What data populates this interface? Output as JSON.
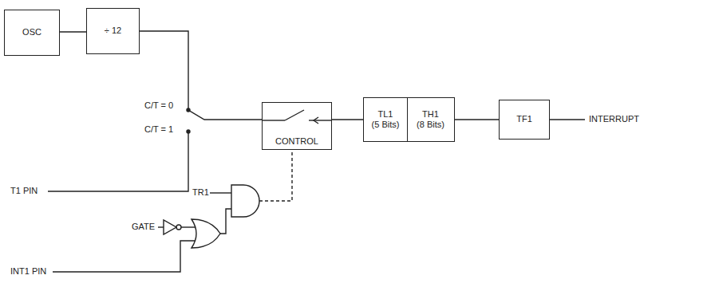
{
  "diagram": {
    "nodes": [
      {
        "text": [
          "OSC"
        ]
      },
      {
        "text": [
          "÷ 12"
        ]
      },
      {
        "text": [
          "CONTROL"
        ]
      },
      {
        "text": [
          "TL1",
          "(5 Bits)"
        ]
      },
      {
        "text": [
          "TH1",
          "(8 Bits)"
        ]
      },
      {
        "text": [
          "TF1"
        ]
      }
    ],
    "edges": [
      {
        "from": 0,
        "to": 1,
        "arrow": "none"
      },
      {
        "from": 1,
        "to": 2,
        "arrow": "none"
      },
      {
        "from": 2,
        "to": 3,
        "arrow": "none"
      },
      {
        "from": 4,
        "to": 5,
        "arrow": "none"
      }
    ],
    "labels": [
      "C/T = 0",
      "C/T = 1",
      "T1 PIN",
      "TR1",
      "GATE",
      "INT1 PIN",
      "INTERRUPT"
    ]
  }
}
